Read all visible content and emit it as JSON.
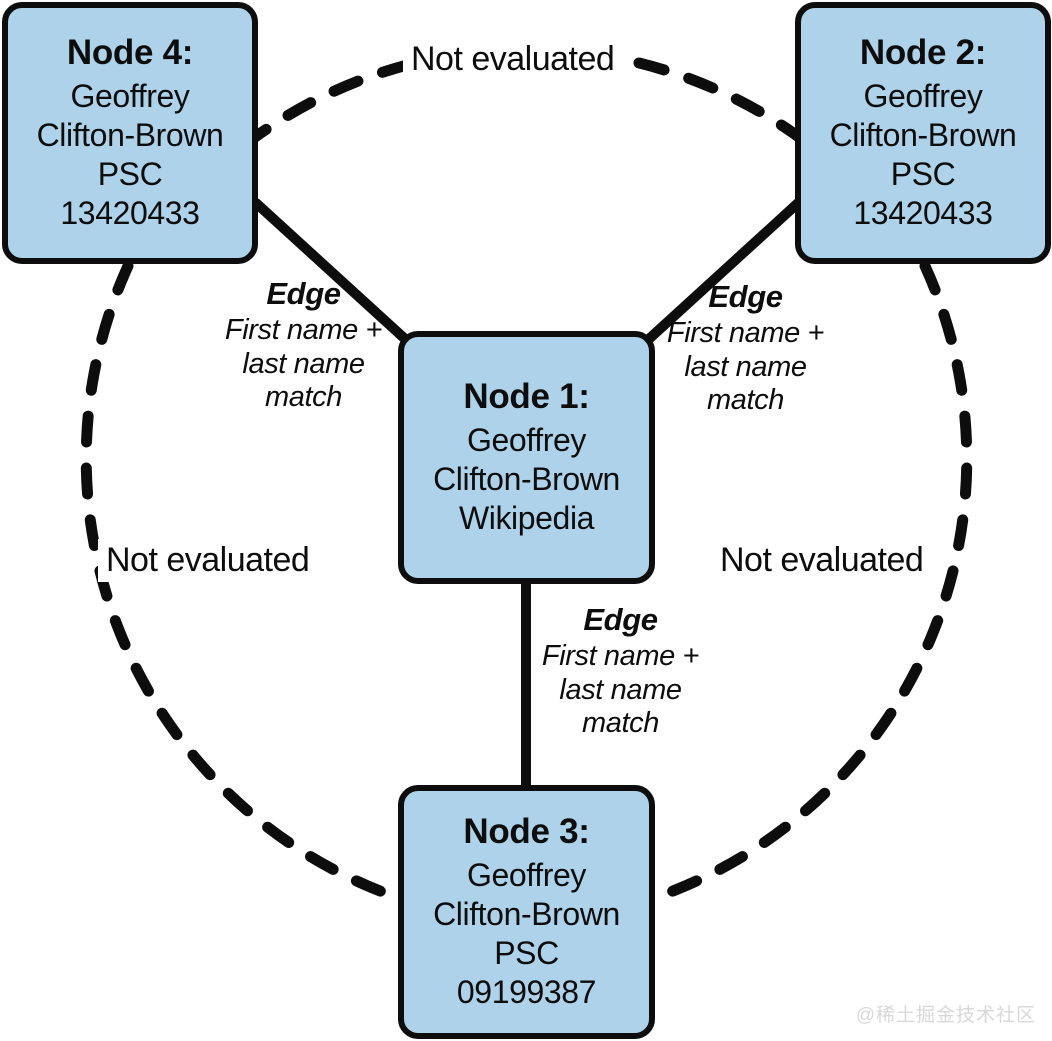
{
  "diagram": {
    "type": "entity-resolution-graph",
    "colors": {
      "node_fill": "#aed2e9",
      "node_stroke": "#0d0d0d",
      "edge_stroke": "#0d0d0d",
      "background": "#ffffff",
      "watermark": "#d8d8d8"
    },
    "nodes": [
      {
        "id": "node1",
        "title": "Node 1:",
        "lines": [
          "Geoffrey",
          "Clifton-Brown",
          "Wikipedia"
        ],
        "first_name": "Geoffrey",
        "last_name": "Clifton-Brown",
        "source": "Wikipedia",
        "identifier": ""
      },
      {
        "id": "node2",
        "title": "Node 2:",
        "lines": [
          "Geoffrey",
          "Clifton-Brown",
          "PSC",
          "13420433"
        ],
        "first_name": "Geoffrey",
        "last_name": "Clifton-Brown",
        "source": "PSC",
        "identifier": "13420433"
      },
      {
        "id": "node3",
        "title": "Node 3:",
        "lines": [
          "Geoffrey",
          "Clifton-Brown",
          "PSC",
          "09199387"
        ],
        "first_name": "Geoffrey",
        "last_name": "Clifton-Brown",
        "source": "PSC",
        "identifier": "09199387"
      },
      {
        "id": "node4",
        "title": "Node 4:",
        "lines": [
          "Geoffrey",
          "Clifton-Brown",
          "PSC",
          "13420433"
        ],
        "first_name": "Geoffrey",
        "last_name": "Clifton-Brown",
        "source": "PSC",
        "identifier": "13420433"
      }
    ],
    "solid_edges": [
      {
        "id": "edge-1-4",
        "from": "node4",
        "to": "node1",
        "kind": "Edge",
        "description_lines": [
          "First name +",
          "last name",
          "match"
        ]
      },
      {
        "id": "edge-1-2",
        "from": "node2",
        "to": "node1",
        "kind": "Edge",
        "description_lines": [
          "First name +",
          "last name",
          "match"
        ]
      },
      {
        "id": "edge-1-3",
        "from": "node1",
        "to": "node3",
        "kind": "Edge",
        "description_lines": [
          "First name +",
          "last name",
          "match"
        ]
      }
    ],
    "dashed_arcs": [
      {
        "id": "arc-4-2",
        "from": "node4",
        "to": "node2",
        "label": "Not evaluated"
      },
      {
        "id": "arc-4-3",
        "from": "node4",
        "to": "node3",
        "label": "Not evaluated"
      },
      {
        "id": "arc-2-3",
        "from": "node2",
        "to": "node3",
        "label": "Not evaluated"
      }
    ],
    "watermark": "@稀土掘金技术社区"
  }
}
